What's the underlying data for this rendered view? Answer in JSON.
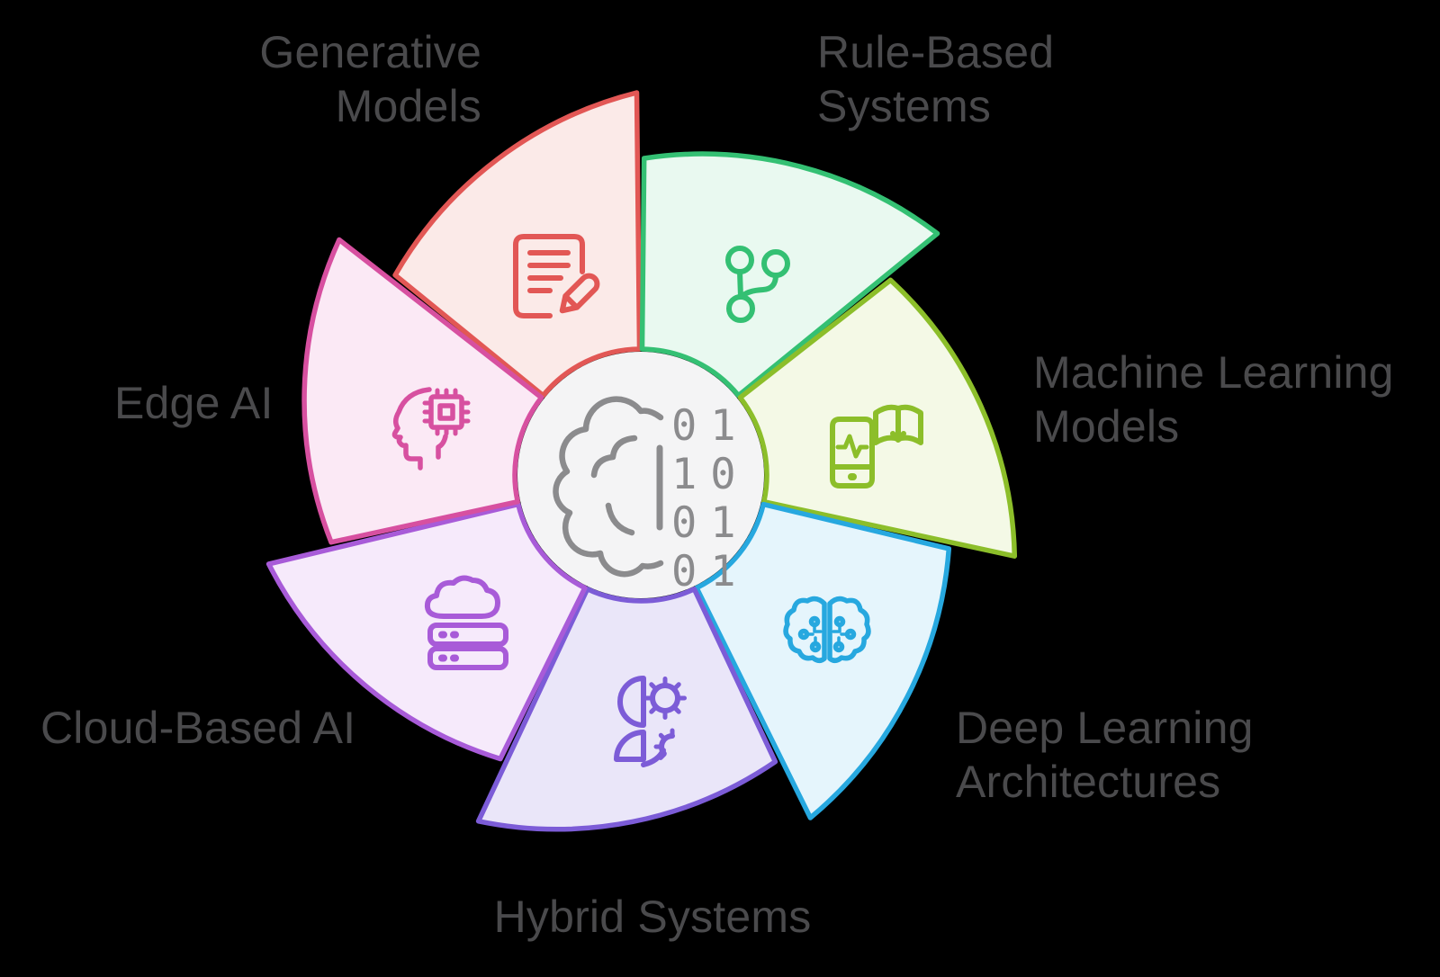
{
  "background": "#000000",
  "label_color": "#4a4a4c",
  "center": {
    "bg": "#f4f4f5",
    "icon_color": "#8b8b8d",
    "icon": "brain-binary-icon",
    "binary_rows": [
      "01",
      "10",
      "01",
      "01"
    ]
  },
  "segments": [
    {
      "id": "generative-models",
      "label": "Generative\nModels",
      "stroke": "#e25755",
      "fill": "#fbeae8",
      "icon": "document-edit-icon"
    },
    {
      "id": "rule-based-systems",
      "label": "Rule-Based\nSystems",
      "stroke": "#34c073",
      "fill": "#e9f9f0",
      "icon": "branch-icon"
    },
    {
      "id": "machine-learning-models",
      "label": "Machine Learning\nModels",
      "stroke": "#8cbe2a",
      "fill": "#f4f9e6",
      "icon": "mobile-book-icon"
    },
    {
      "id": "deep-learning-architectures",
      "label": "Deep Learning\nArchitectures",
      "stroke": "#27a8df",
      "fill": "#e5f5fc",
      "icon": "circuit-brain-icon"
    },
    {
      "id": "hybrid-systems",
      "label": "Hybrid Systems",
      "stroke": "#7c5cd7",
      "fill": "#eae6f9",
      "icon": "human-gear-icon"
    },
    {
      "id": "cloud-based-ai",
      "label": "Cloud-Based AI",
      "stroke": "#a85bd8",
      "fill": "#f6eafb",
      "icon": "cloud-server-icon"
    },
    {
      "id": "edge-ai",
      "label": "Edge AI",
      "stroke": "#d750a0",
      "fill": "#fbe9f5",
      "icon": "head-chip-icon"
    }
  ]
}
